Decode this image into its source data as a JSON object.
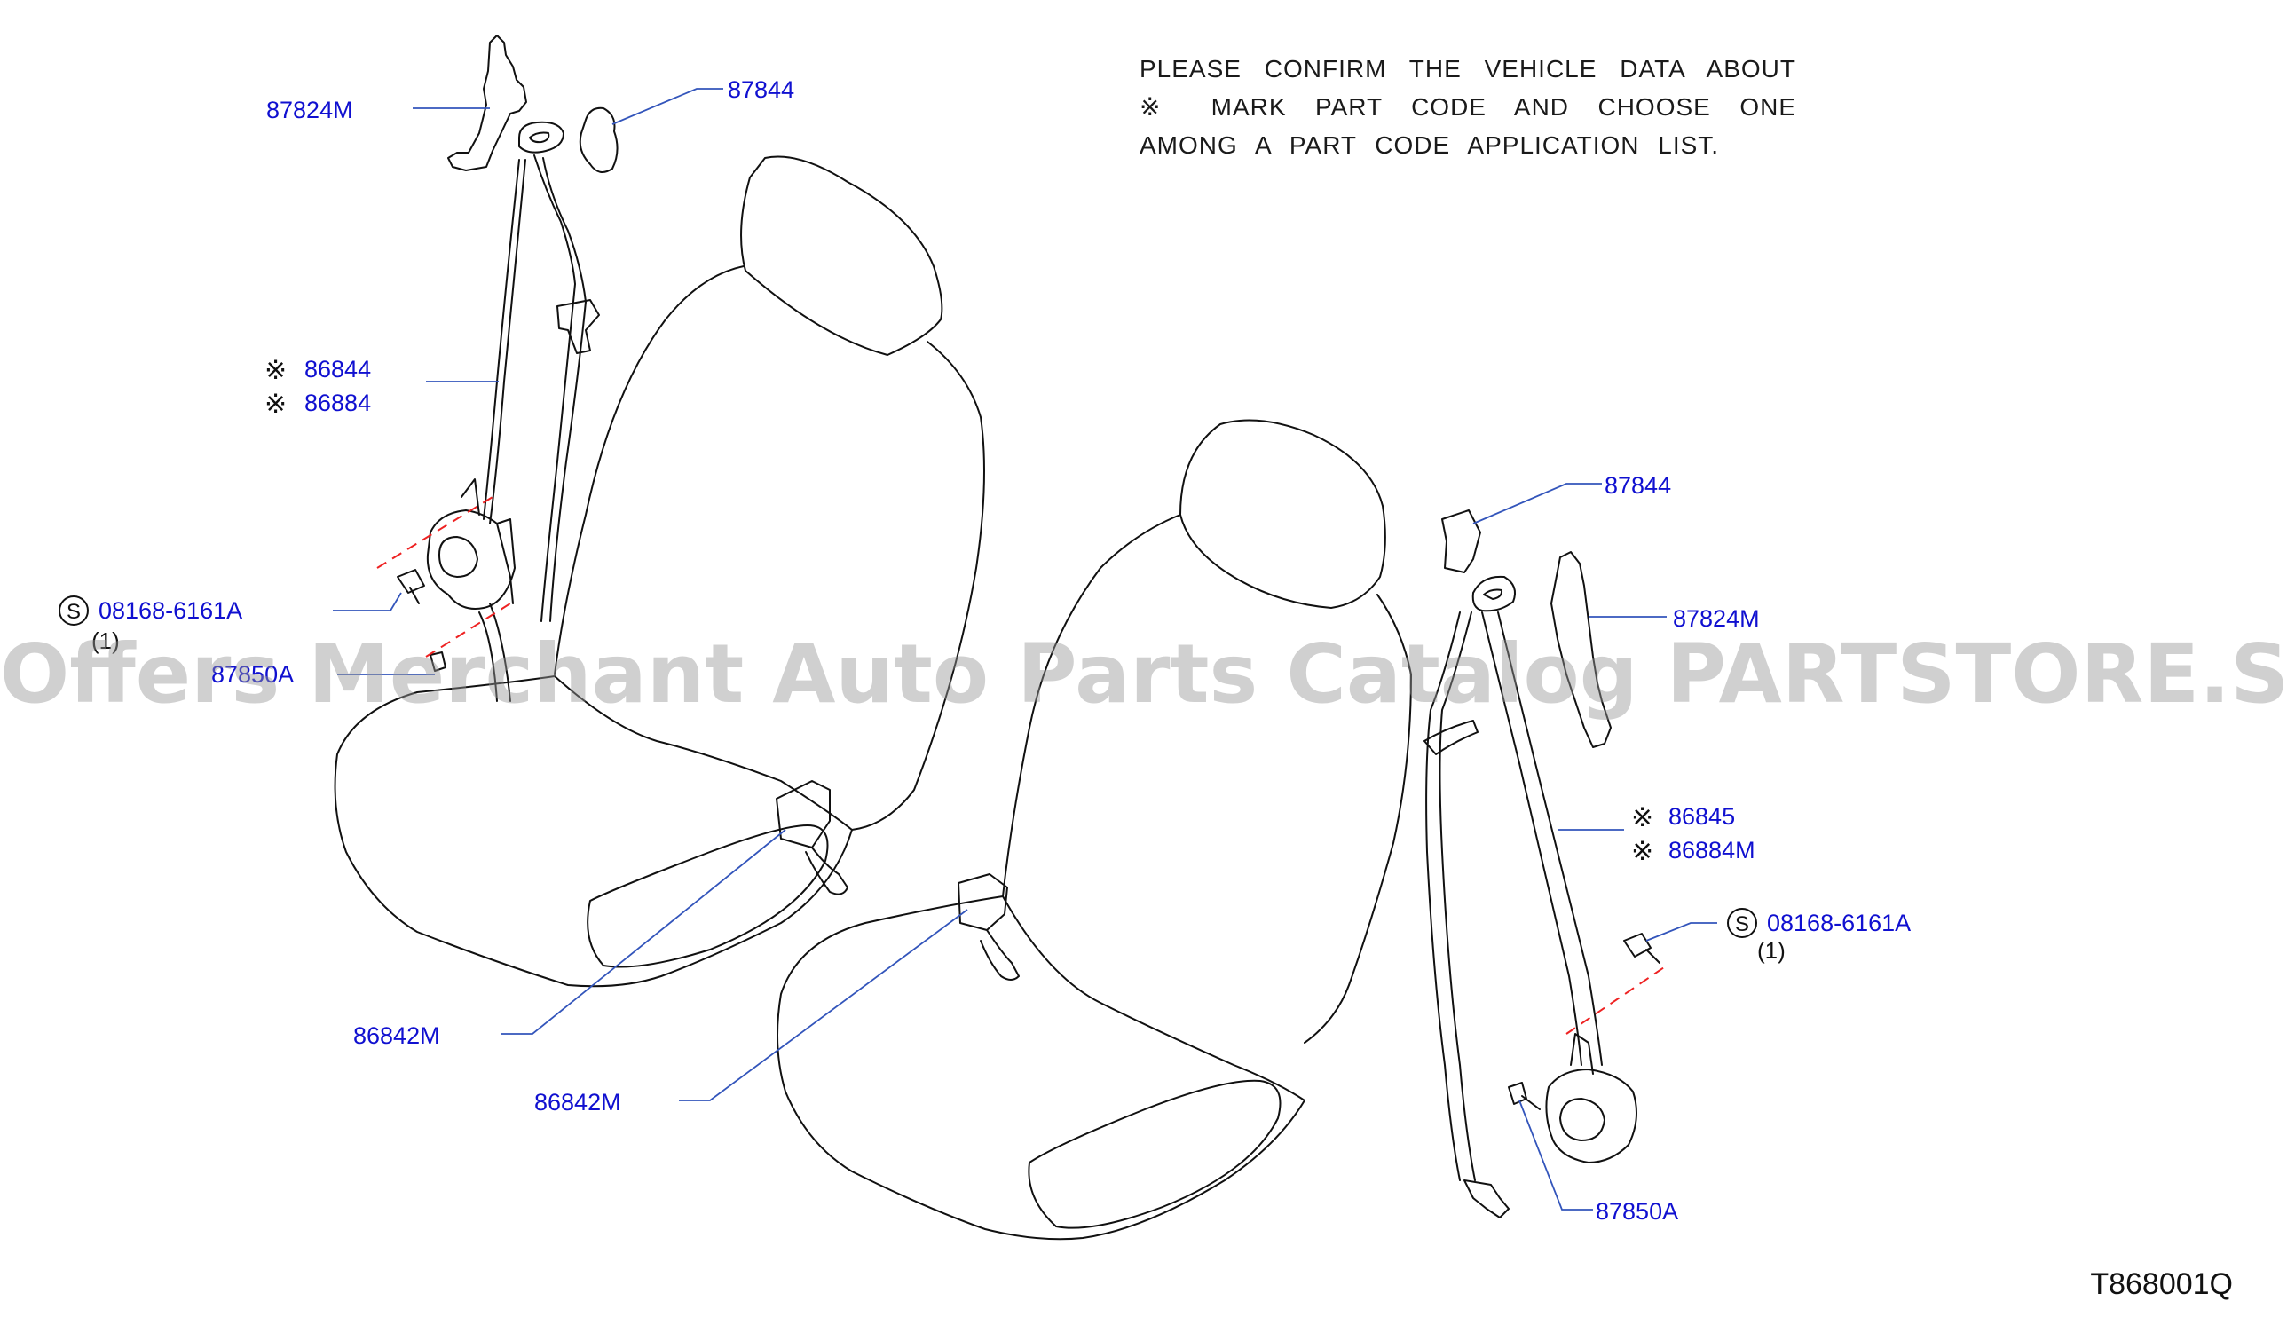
{
  "note": {
    "line1": "PLEASE CONFIRM THE VEHICLE DATA ABOUT",
    "line2": "※ MARK PART CODE AND CHOOSE ONE",
    "line3": "AMONG A PART CODE APPLICATION LIST."
  },
  "callouts": {
    "left_upper_anchor": "87824M",
    "left_guide": "87844",
    "left_belt_a": "86844",
    "left_belt_b": "86884",
    "left_bolt": "08168-6161A",
    "left_bolt_qty": "(1)",
    "left_bolt_b": "87850A",
    "left_buckle": "86842M",
    "right_buckle": "86842M",
    "right_guide": "87844",
    "right_upper_anchor": "87824M",
    "right_belt_a": "86845",
    "right_belt_b": "86884M",
    "right_bolt": "08168-6161A",
    "right_bolt_qty": "(1)",
    "right_bolt_b": "87850A"
  },
  "symbols": {
    "star": "※",
    "standard_part": "S"
  },
  "drawing_code": "T868001Q",
  "watermark": "Offers Merchant Auto Parts Catalog PARTSTORE.SA",
  "colors": {
    "label": "#1010d0",
    "leader": "#3355bb",
    "line": "#111111",
    "dash": "#ee2222"
  }
}
